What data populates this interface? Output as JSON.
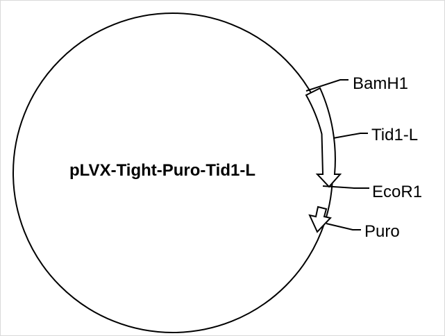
{
  "plasmid": {
    "name": "pLVX-Tight-Puro-Tid1-L"
  },
  "features": [
    {
      "key": "bamh1",
      "label": "BamH1",
      "type": "restriction-site"
    },
    {
      "key": "tid1l",
      "label": "Tid1-L",
      "type": "insert"
    },
    {
      "key": "ecor1",
      "label": "EcoR1",
      "type": "restriction-site"
    },
    {
      "key": "puro",
      "label": "Puro",
      "type": "selection-marker"
    }
  ]
}
